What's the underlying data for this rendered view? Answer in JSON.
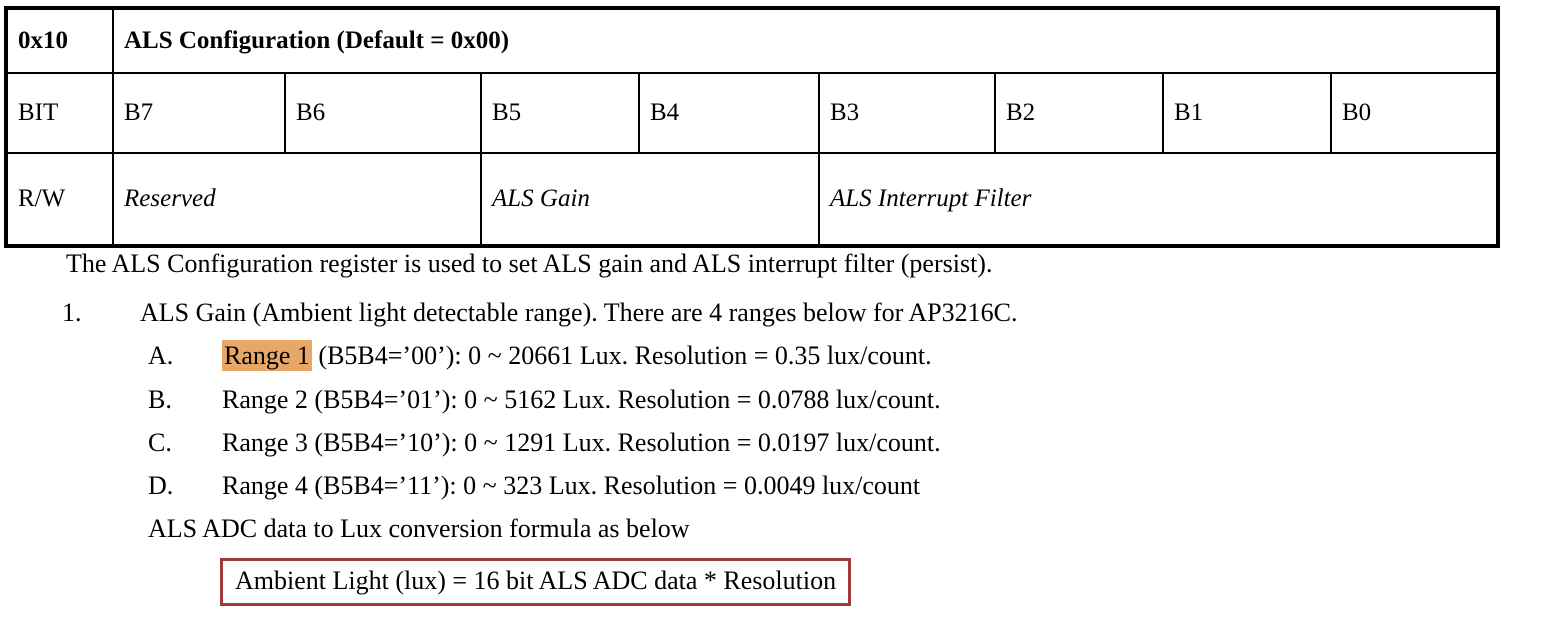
{
  "register_table": {
    "address": "0x10",
    "title": "ALS Configuration (Default = 0x00)",
    "row_labels": {
      "bit": "BIT",
      "rw": "R/W"
    },
    "bits": [
      "B7",
      "B6",
      "B5",
      "B4",
      "B3",
      "B2",
      "B1",
      "B0"
    ],
    "fields": [
      {
        "name": "Reserved",
        "bits": "B7-B6"
      },
      {
        "name": "ALS Gain",
        "bits": "B5-B4"
      },
      {
        "name": "ALS Interrupt Filter",
        "bits": "B3-B0"
      }
    ]
  },
  "body": {
    "intro": "The ALS Configuration register is used to set ALS gain and ALS interrupt filter (persist).",
    "item1": {
      "marker": "1.",
      "text": "ALS Gain (Ambient light detectable range). There are 4 ranges below for AP3216C."
    },
    "ranges": [
      {
        "marker": "A.",
        "name": "Range 1",
        "highlighted": true,
        "rest": " (B5B4=’00’): 0 ~ 20661 Lux. Resolution = 0.35 lux/count."
      },
      {
        "marker": "B.",
        "name": "Range 2",
        "highlighted": false,
        "rest": " (B5B4=’01’): 0 ~ 5162 Lux. Resolution = 0.0788 lux/count."
      },
      {
        "marker": "C.",
        "name": "Range 3",
        "highlighted": false,
        "rest": " (B5B4=’10’): 0 ~ 1291 Lux. Resolution = 0.0197 lux/count."
      },
      {
        "marker": "D.",
        "name": "Range 4",
        "highlighted": false,
        "rest": " (B5B4=’11’): 0 ~ 323 Lux. Resolution = 0.0049 lux/count"
      }
    ],
    "formula_intro": "ALS ADC data to Lux conversion formula as below",
    "formula": "Ambient Light (lux) = 16 bit ALS ADC data * Resolution"
  },
  "colors": {
    "header_gray": "#b2b2b2",
    "highlight_orange": "#e8a766",
    "formula_border": "#9e3a3a",
    "text": "#000000"
  }
}
